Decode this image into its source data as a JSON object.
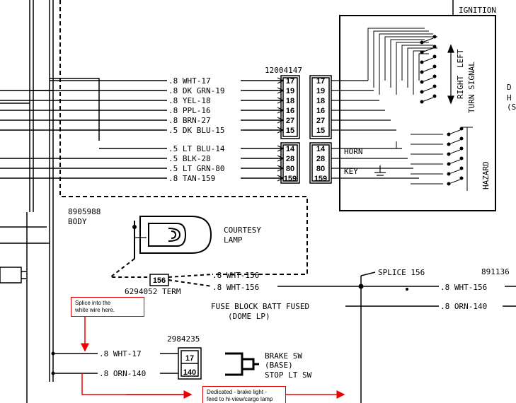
{
  "connector_left": "12004147",
  "top_header": "IGNITION",
  "left_wires": [
    {
      "label": ".8 WHT-17",
      "pin": "17"
    },
    {
      "label": ".8 DK GRN-19",
      "pin": "19"
    },
    {
      "label": ".8 YEL-18",
      "pin": "18"
    },
    {
      "label": ".8 PPL-16",
      "pin": "16"
    },
    {
      "label": ".8 BRN-27",
      "pin": "27"
    },
    {
      "label": ".5 DK BLU-15",
      "pin": "15"
    },
    {
      "label": ".5 LT BLU-14",
      "pin": "14"
    },
    {
      "label": ".5 BLK-28",
      "pin": "28"
    },
    {
      "label": ".5 LT GRN-80",
      "pin": "80"
    },
    {
      "label": ".8 TAN-159",
      "pin": "159"
    }
  ],
  "switch_labels": {
    "right": "RIGHT",
    "left": "LEFT",
    "turn_signal": "TURN SIGNAL",
    "hazard": "HAZARD",
    "horn": "HORN",
    "key": "KEY"
  },
  "edge_fragments": {
    "d": "D",
    "h": "H",
    "paren": "(S"
  },
  "body_part": "8905988",
  "body_label": "BODY",
  "courtesy_lamp": [
    "COURTESY",
    "LAMP"
  ],
  "term_pin": "156",
  "term_label": "6294052 TERM",
  "wht156_a": ".8 WHT-156",
  "wht156_b": ".8 WHT-156",
  "splice_label": "SPLICE 156",
  "right_part": "891136",
  "right_wht156": ".8 WHT-156",
  "fuse_block": [
    "FUSE BLOCK BATT FUSED",
    "(DOME LP)"
  ],
  "orn140_right": ".8 ORN-140",
  "brake_connector": "2984235",
  "brake_wires": [
    {
      "label": ".8 WHT-17",
      "pin": "17"
    },
    {
      "label": ".8 ORN-140",
      "pin": "140"
    }
  ],
  "brake_switch": [
    "BRAKE SW",
    "(BASE)",
    "STOP LT SW"
  ],
  "note_splice": [
    "Splice into the",
    "white wire here."
  ],
  "note_dedicated": [
    "Dedicated - brake light -",
    "feed to hi-view/cargo lamp"
  ],
  "colors": {
    "line": "#000000",
    "annotation": "#e00000",
    "background": "#ffffff"
  }
}
